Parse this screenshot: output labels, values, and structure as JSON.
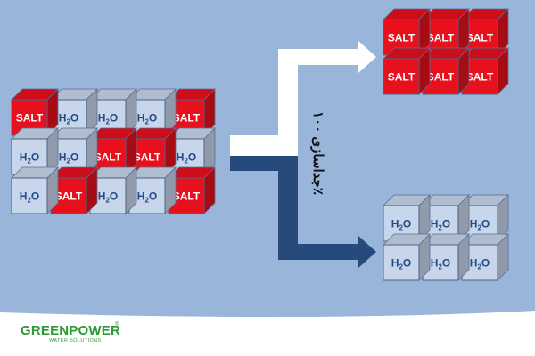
{
  "diagram": {
    "cube_labels": {
      "salt": "SALT",
      "water_main": "H",
      "water_sub": "2",
      "water_end": "O"
    },
    "separation_label": "جداسازی ۱۰۰٪",
    "colors": {
      "background": "#9ab5da",
      "salt_face": "#e8101d",
      "water_face": "#c8d6ec",
      "arrow_white": "#ffffff",
      "arrow_dark": "#274a7c",
      "text_dark": "#244b86"
    },
    "feed_grid": [
      [
        "SALT",
        "H2O",
        "H2O",
        "H2O",
        "SALT"
      ],
      [
        "H2O",
        "H2O",
        "SALT",
        "SALT",
        "H2O"
      ],
      [
        "H2O",
        "SALT",
        "H2O",
        "H2O",
        "SALT"
      ]
    ],
    "salt_output_grid": [
      [
        "SALT",
        "SALT",
        "SALT"
      ],
      [
        "SALT",
        "SALT",
        "SALT"
      ]
    ],
    "water_output_grid": [
      [
        "H2O",
        "H2O",
        "H2O"
      ],
      [
        "H2O",
        "H2O",
        "H2O"
      ]
    ]
  },
  "footer": {
    "brand_name": "GREENPOWER",
    "brand_mark": "®",
    "brand_tagline": "WATER SOLUTIONS"
  }
}
